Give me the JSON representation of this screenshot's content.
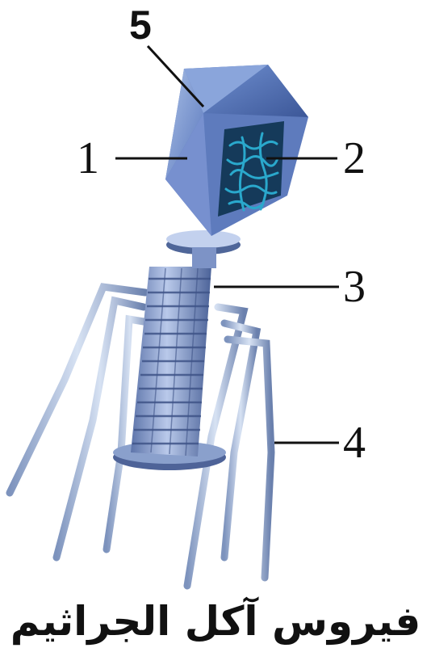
{
  "labels": {
    "l1": "1",
    "l2": "2",
    "l3": "3",
    "l4": "4",
    "l5": "5"
  },
  "caption": "فيروس آكل الجراثيم",
  "colors": {
    "head_light": "#8fa8d8",
    "head_mid": "#5f7dc0",
    "head_dark": "#3d5a9e",
    "dna": "#29a6c8",
    "tail": "#6f88c0",
    "fiber": "#9fb6d8",
    "line": "#111111"
  }
}
